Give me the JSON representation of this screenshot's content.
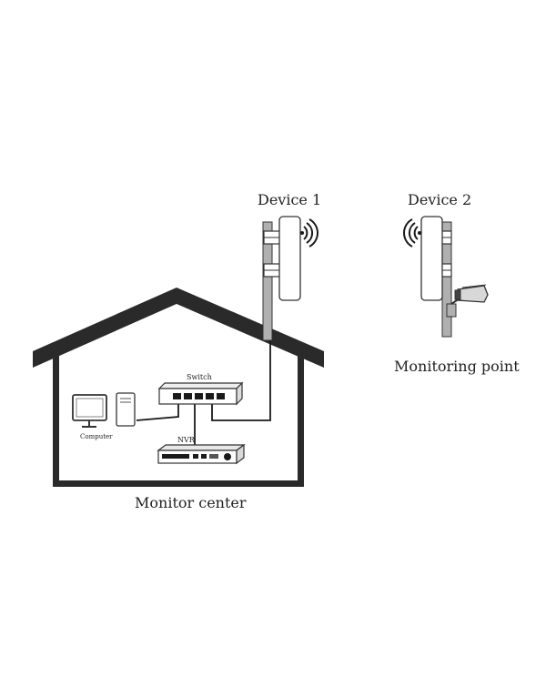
{
  "diagram": {
    "device1_label": "Device 1",
    "device2_label": "Device 2",
    "monitoring_point_label": "Monitoring point",
    "monitor_center_label": "Monitor center",
    "switch_label": "Switch",
    "computer_label": "Computer",
    "nvr_label": "NVR"
  },
  "colors": {
    "line": "#1a1a1a",
    "house": "#2a2a2a",
    "pole": "#b0b0b0",
    "device_fill": "#ffffff"
  }
}
